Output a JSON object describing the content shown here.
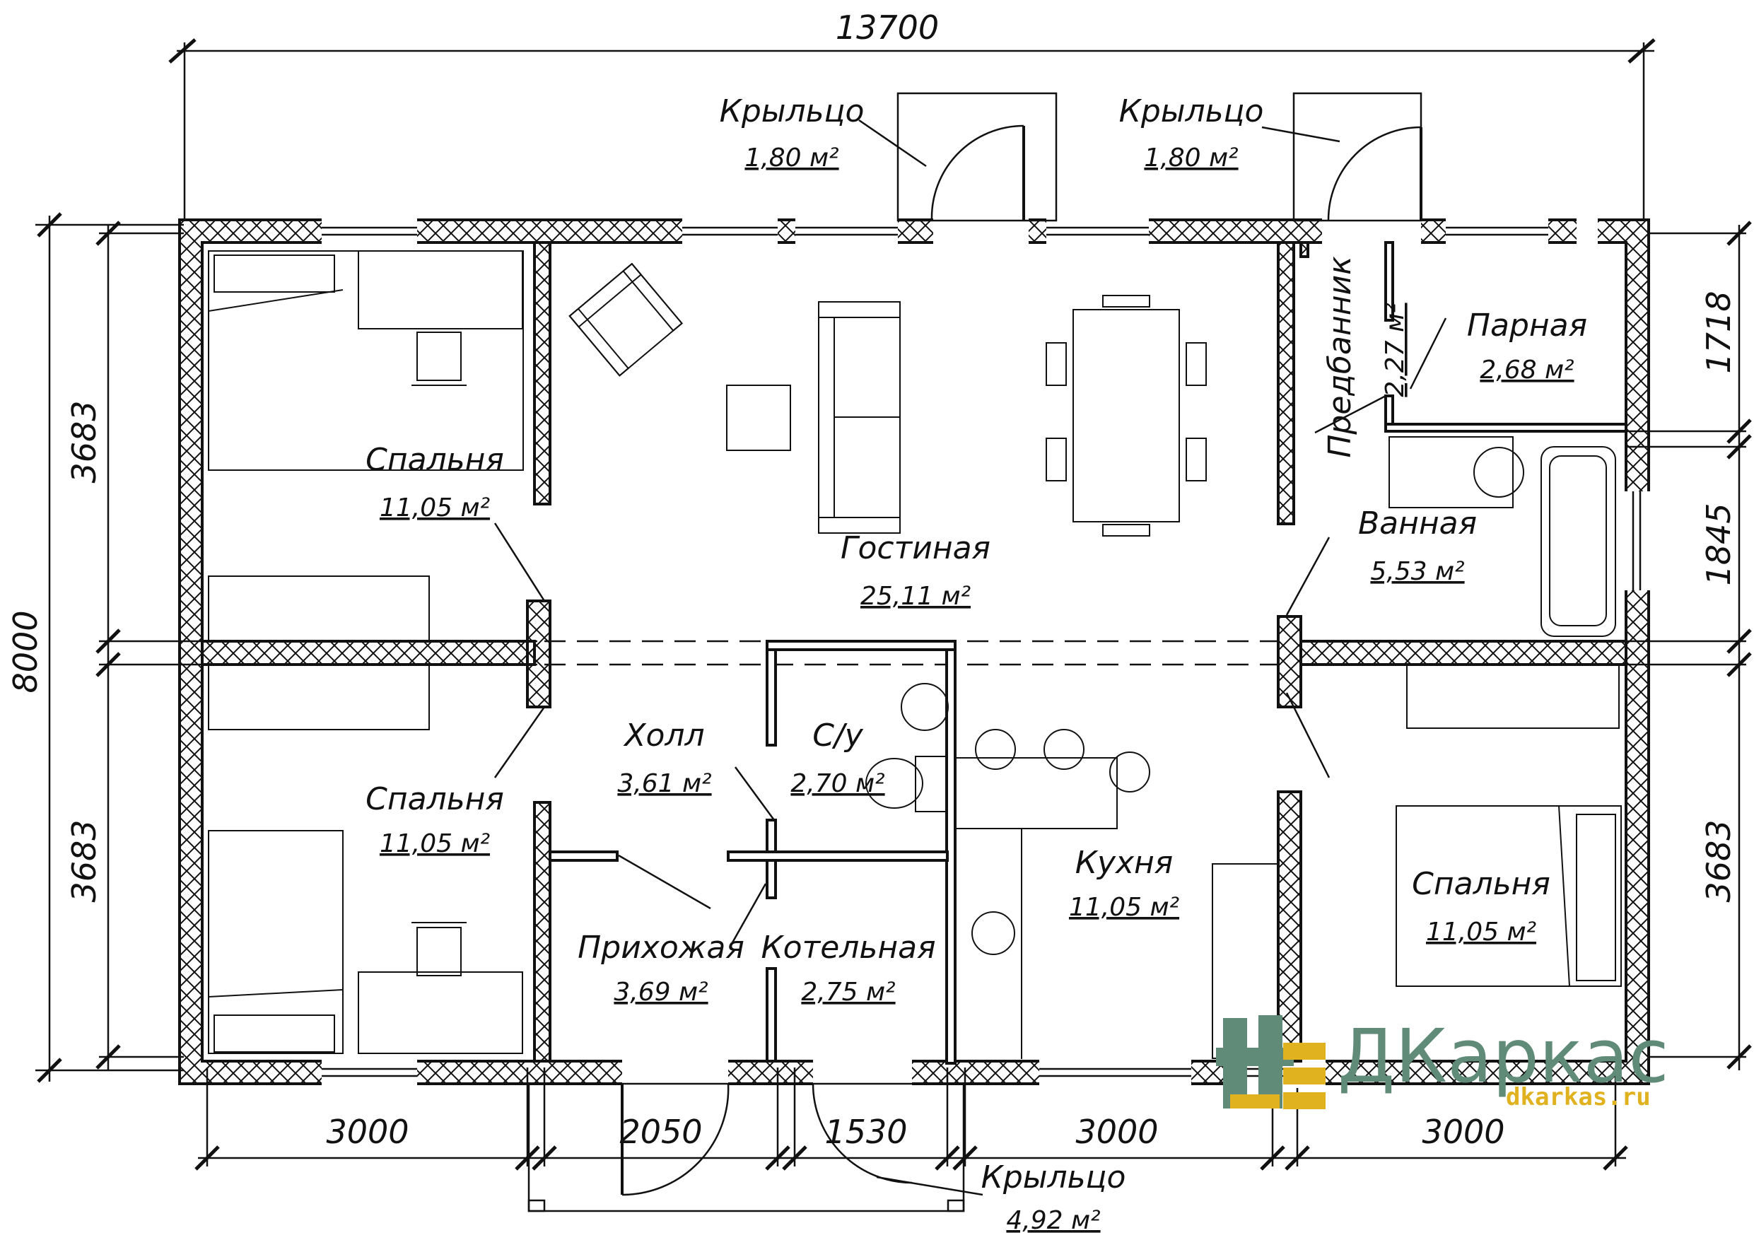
{
  "dimensions": {
    "top_total": "13700",
    "left_total": "8000",
    "left_upper": "3683",
    "left_lower": "3683",
    "right_upper": "1718",
    "right_middle": "1845",
    "right_lower": "3683",
    "bottom_1": "3000",
    "bottom_2": "2050",
    "bottom_3": "1530",
    "bottom_4": "3000",
    "bottom_5": "3000"
  },
  "rooms": {
    "porch_left": {
      "name": "Крыльцо",
      "area": "1,80 м²"
    },
    "porch_right": {
      "name": "Крыльцо",
      "area": "1,80 м²"
    },
    "porch_bottom": {
      "name": "Крыльцо",
      "area": "4,92 м²"
    },
    "bedroom_top_left": {
      "name": "Спальня",
      "area": "11,05 м²"
    },
    "bedroom_bottom_left": {
      "name": "Спальня",
      "area": "11,05 м²"
    },
    "bedroom_right": {
      "name": "Спальня",
      "area": "11,05 м²"
    },
    "living": {
      "name": "Гостиная",
      "area": "25,11 м²"
    },
    "changing": {
      "name": "Предбанник",
      "area": "2,27 м²"
    },
    "steam": {
      "name": "Парная",
      "area": "2,68 м²"
    },
    "bath": {
      "name": "Ванная",
      "area": "5,53 м²"
    },
    "hall": {
      "name": "Холл",
      "area": "3,61 м²"
    },
    "wc": {
      "name": "С/у",
      "area": "2,70 м²"
    },
    "kitchen": {
      "name": "Кухня",
      "area": "11,05 м²"
    },
    "entry": {
      "name": "Прихожая",
      "area": "3,69 м²"
    },
    "boiler": {
      "name": "Котельная",
      "area": "2,75 м²"
    }
  },
  "logo": {
    "name": "ДКаркас",
    "url": "dkarkas.ru",
    "colors": {
      "green": "#5f8b78",
      "yellow": "#e0b21f"
    }
  }
}
